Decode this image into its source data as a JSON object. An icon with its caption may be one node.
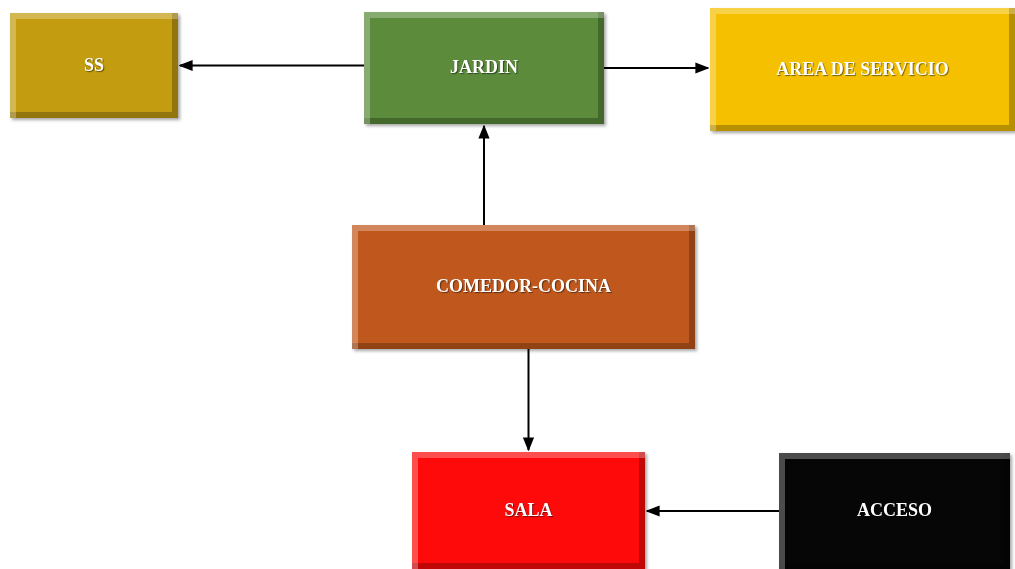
{
  "diagram": {
    "nodes": [
      {
        "text": [
          "SS"
        ]
      },
      {
        "text": [
          "JARDIN"
        ]
      },
      {
        "text": [
          "AREA DE SERVICIO"
        ]
      },
      {
        "text": [
          "COMEDOR-COCINA"
        ]
      },
      {
        "text": [
          "SALA"
        ]
      },
      {
        "text": [
          "ACCESO"
        ]
      }
    ],
    "edges": [
      {
        "from": 1,
        "to": 0,
        "arrow": "to"
      },
      {
        "from": 1,
        "to": 2,
        "arrow": "to"
      },
      {
        "from": 3,
        "to": 1,
        "arrow": "to"
      },
      {
        "from": 3,
        "to": 4,
        "arrow": "to"
      },
      {
        "from": 5,
        "to": 4,
        "arrow": "to"
      }
    ]
  }
}
